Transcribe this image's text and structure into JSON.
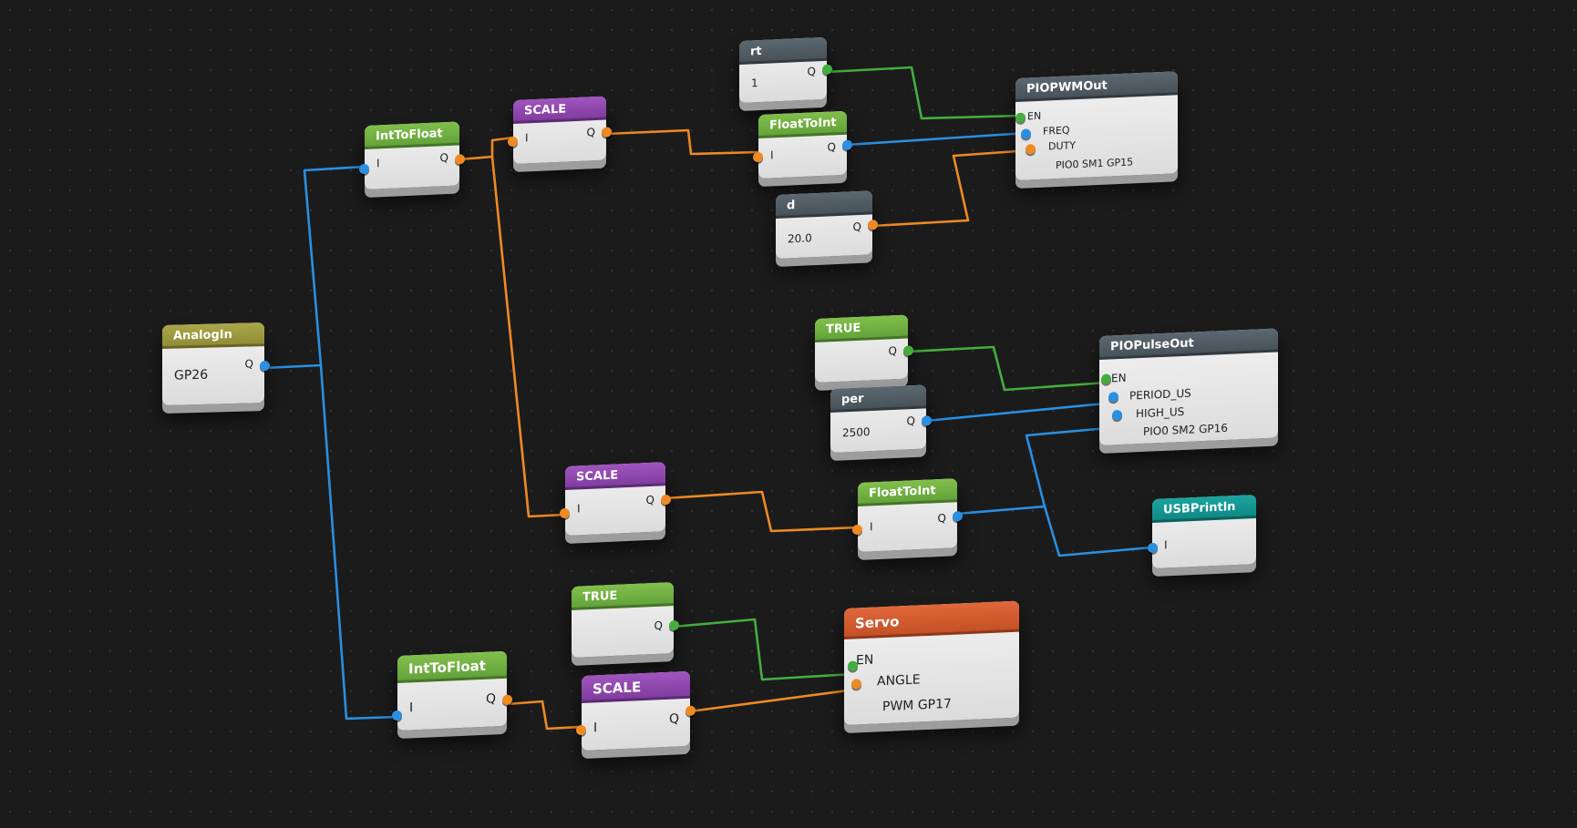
{
  "colors": {
    "background": "#1b1b1c",
    "wire_float": "#2a8fe0",
    "wire_int": "#ee8a24",
    "wire_bool": "#45ad3e",
    "header_olive": "#a09c40",
    "header_green": "#72b244",
    "header_purple": "#8e48ae",
    "header_gray": "#525d64",
    "header_orange": "#d65c2e",
    "header_teal": "#149893"
  },
  "nodes": {
    "analog_in": {
      "title": "AnalogIn",
      "param": "GP26",
      "out": "Q"
    },
    "int_to_float_1": {
      "title": "IntToFloat",
      "in": "I",
      "out": "Q"
    },
    "scale_1": {
      "title": "SCALE",
      "in": "I",
      "out": "Q"
    },
    "rt_const": {
      "title": "rt",
      "value": "1",
      "out": "Q"
    },
    "float_to_int_1": {
      "title": "FloatToInt",
      "in": "I",
      "out": "Q"
    },
    "d_const": {
      "title": "d",
      "value": "20.0",
      "out": "Q"
    },
    "pio_pwm_out": {
      "title": "PIOPWMOut",
      "in1": "EN",
      "in2": "FREQ",
      "in3": "DUTY",
      "param": "PIO0 SM1 GP15"
    },
    "true_1": {
      "title": "TRUE",
      "out": "Q"
    },
    "per_const": {
      "title": "per",
      "value": "2500",
      "out": "Q"
    },
    "pio_pulse_out": {
      "title": "PIOPulseOut",
      "in1": "EN",
      "in2": "PERIOD_US",
      "in3": "HIGH_US",
      "param": "PIO0 SM2 GP16"
    },
    "scale_2": {
      "title": "SCALE",
      "in": "I",
      "out": "Q"
    },
    "float_to_int_2": {
      "title": "FloatToInt",
      "in": "I",
      "out": "Q"
    },
    "usb_println": {
      "title": "USBPrintln",
      "in": "I"
    },
    "true_2": {
      "title": "TRUE",
      "out": "Q"
    },
    "servo": {
      "title": "Servo",
      "in1": "EN",
      "in2": "ANGLE",
      "param": "PWM GP17"
    },
    "int_to_float_2": {
      "title": "IntToFloat",
      "in": "I",
      "out": "Q"
    },
    "scale_3": {
      "title": "SCALE",
      "in": "I",
      "out": "Q"
    }
  }
}
